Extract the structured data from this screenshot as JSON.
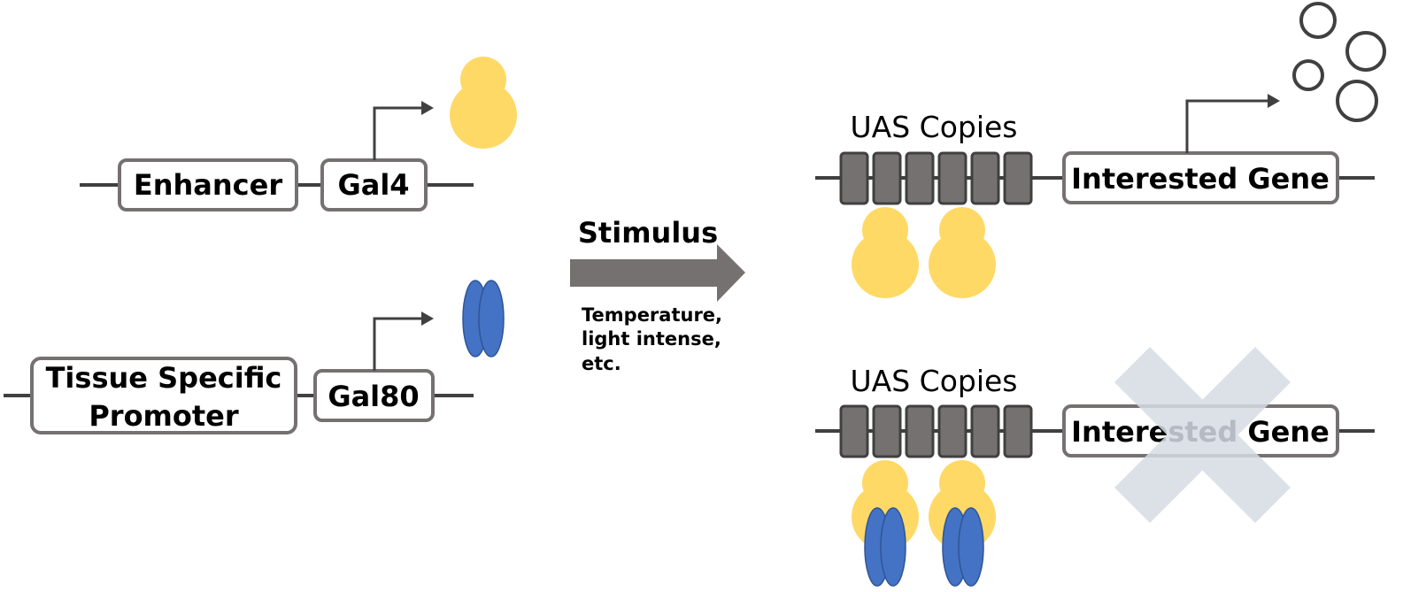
{
  "left": {
    "construct1": {
      "enhancer_label": "Enhancer",
      "gene_label": "Gal4"
    },
    "construct2": {
      "promoter_label_line1": "Tissue Specific",
      "promoter_label_line2": "Promoter",
      "gene_label": "Gal80"
    }
  },
  "middle": {
    "arrow_label": "Stimulus",
    "conditions_line1": "Temperature,",
    "conditions_line2": "light intense,",
    "conditions_line3": "etc."
  },
  "right": {
    "top": {
      "uas_label": "UAS Copies",
      "gene_label": "Interested Gene"
    },
    "bottom": {
      "uas_label": "UAS Copies",
      "gene_label": "Interested Gene"
    }
  },
  "colors": {
    "gal4_protein": "#FFD966",
    "gal80_protein": "#4472C4",
    "uas_block": "#767171",
    "arrow": "#767171",
    "blocked_cross": "#D6DCE5",
    "line": "#404040"
  }
}
